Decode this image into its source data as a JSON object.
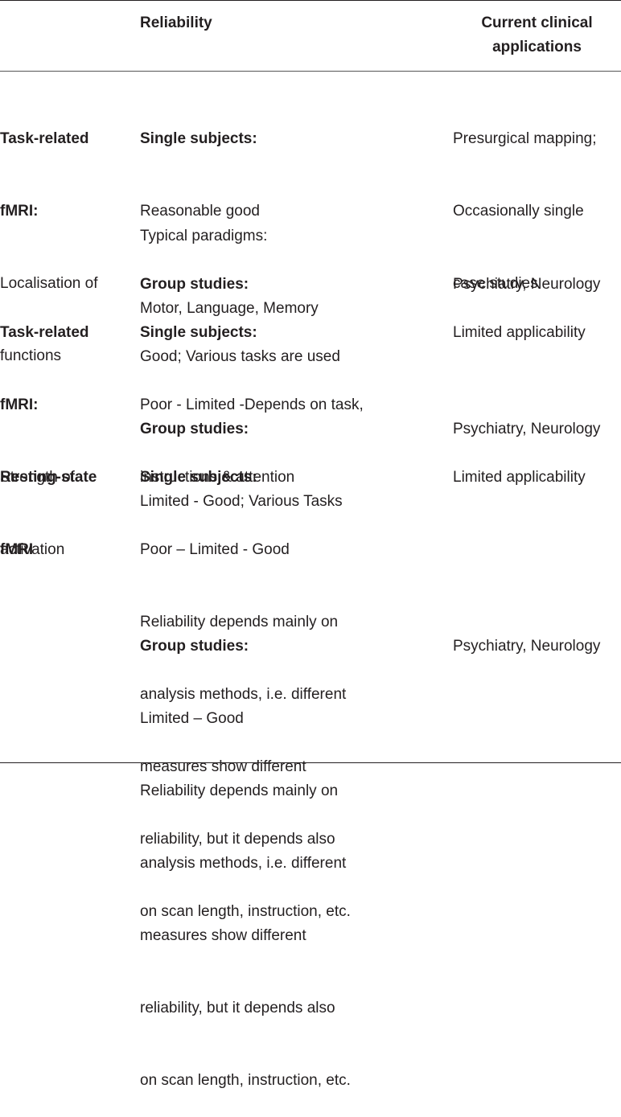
{
  "header": {
    "reliability": "Reliability",
    "clinical_line1": "Current clinical",
    "clinical_line2": "applications"
  },
  "rows": [
    {
      "method": [
        "Task-related",
        "fMRI:"
      ],
      "method_desc": [
        "Localisation of",
        "functions"
      ],
      "blocks": [
        {
          "heading": "Single subjects:",
          "lines": [
            "Reasonable good"
          ],
          "clinical": [
            "Presurgical mapping;",
            "Occasionally single",
            "case studies"
          ]
        },
        {
          "heading": "",
          "lines": [
            "Typical paradigms:",
            "Motor, Language, Memory"
          ],
          "clinical": []
        },
        {
          "heading": "Group studies:",
          "lines": [
            "Good; Various tasks are used"
          ],
          "clinical": [
            "Psychiatry, Neurology"
          ]
        }
      ]
    },
    {
      "method": [
        "Task-related",
        "fMRI:"
      ],
      "method_desc": [
        "Strength of",
        "activation"
      ],
      "blocks": [
        {
          "heading": "Single subjects:",
          "lines": [
            "Poor - Limited -Depends on task,",
            "instructions & attention"
          ],
          "clinical": [
            "Limited applicability"
          ]
        },
        {
          "heading": "Group studies:",
          "lines": [
            "Limited - Good; Various Tasks"
          ],
          "clinical": [
            "Psychiatry, Neurology"
          ]
        }
      ]
    },
    {
      "method": [
        "Resting-state",
        "fMRI"
      ],
      "method_desc": [],
      "blocks": [
        {
          "heading": "Single subjects:",
          "lines": [
            "Poor – Limited - Good",
            "Reliability depends mainly on",
            "analysis methods, i.e. different",
            "measures show different",
            "reliability, but it depends also",
            "on scan length, instruction, etc."
          ],
          "clinical": [
            "Limited applicability"
          ]
        },
        {
          "heading": "Group studies:",
          "lines": [
            "Limited – Good",
            "Reliability depends mainly on",
            "analysis methods, i.e. different",
            "measures show different",
            "reliability, but it depends also",
            "on scan length, instruction, etc."
          ],
          "clinical": [
            "Psychiatry, Neurology"
          ]
        }
      ]
    }
  ]
}
